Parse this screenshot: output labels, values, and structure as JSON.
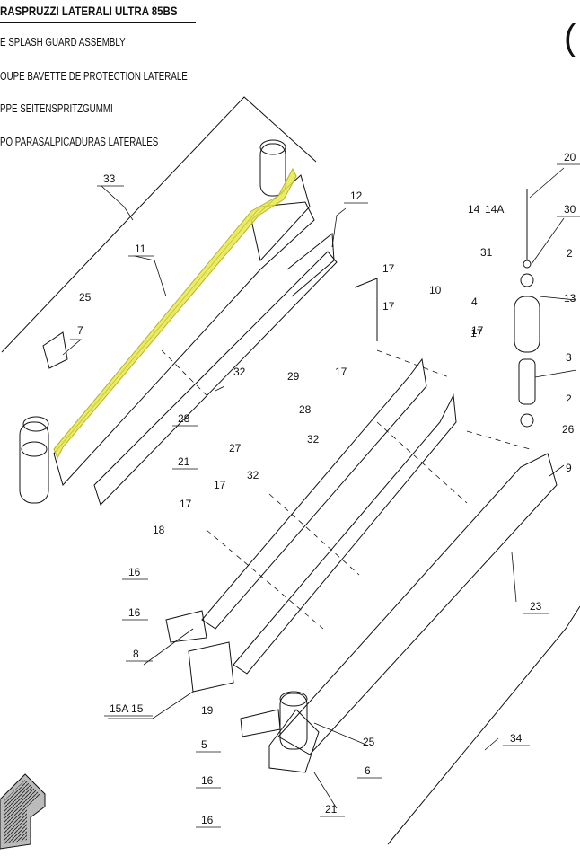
{
  "header": {
    "title": "RASPRUZZI LATERALI ULTRA 85BS",
    "lines": [
      "E SPLASH GUARD ASSEMBLY",
      "OUPE BAVETTE DE PROTECTION LATERALE",
      "PPE SEITENSPRITZGUMMI",
      "PO PARASALPICADURAS LATERALES"
    ],
    "corner_glyph": "("
  },
  "callouts": [
    "33",
    "11",
    "12",
    "25",
    "7",
    "32",
    "28",
    "21",
    "29",
    "28",
    "32",
    "27",
    "32",
    "17",
    "17",
    "17",
    "17",
    "17",
    "17",
    "10",
    "14",
    "14A",
    "31",
    "4",
    "17",
    "20",
    "30",
    "2",
    "13",
    "3",
    "2",
    "26",
    "9",
    "18",
    "16",
    "16",
    "8",
    "15A 15",
    "19",
    "5",
    "16",
    "16",
    "25",
    "6",
    "21",
    "23",
    "34"
  ],
  "colors": {
    "highlight": "#e8e84a",
    "highlight_stroke": "#b5b52a",
    "ink": "#111111"
  }
}
